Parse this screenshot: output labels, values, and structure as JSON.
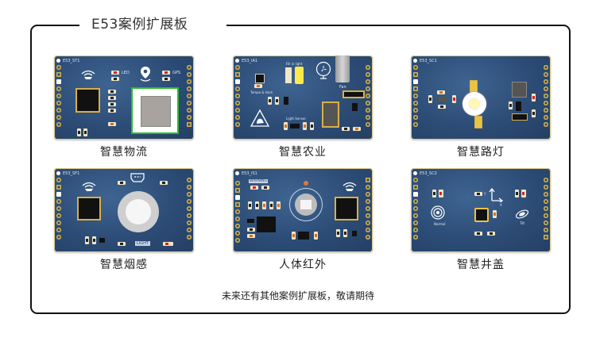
{
  "header": {
    "title": "E53案例扩展板"
  },
  "boards": [
    {
      "id": "E53_ST1",
      "caption": "智慧物流",
      "silk": "E53_ST1",
      "labels": {
        "led": "LED",
        "gps": "GPS"
      }
    },
    {
      "id": "E53_IA1",
      "caption": "智慧农业",
      "silk": "E53_IA1",
      "labels": {
        "fill": "Fill in light",
        "temp": "Tempe & Hum",
        "light": "Light Sensor",
        "fan": "Fan"
      }
    },
    {
      "id": "E53_SC1",
      "caption": "智慧路灯",
      "silk": "E53_SC1"
    },
    {
      "id": "E53_SF1",
      "caption": "智慧烟感",
      "silk": "E53_SF1",
      "labels": {
        "light": "LIGHT"
      }
    },
    {
      "id": "E53_IS1",
      "caption": "人体红外",
      "silk": "E53_IS1",
      "labels": {
        "warning": "WARNING"
      }
    },
    {
      "id": "E53_SC2",
      "caption": "智慧井盖",
      "silk": "E53_SC2",
      "labels": {
        "normal": "Normal",
        "tilt": "Tilt",
        "y": "Y",
        "x": "X"
      }
    }
  ],
  "footer": {
    "note": "未来还有其他案例扩展板，敬请期待"
  },
  "colors": {
    "board": "#2c4c76",
    "pad": "#d9b54a",
    "frame": "#111111"
  }
}
